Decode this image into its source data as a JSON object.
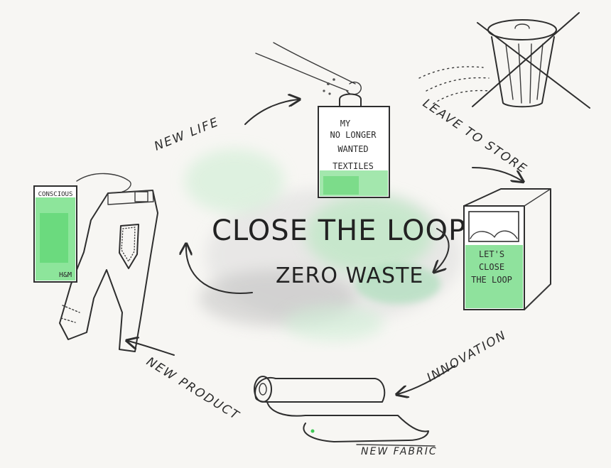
{
  "title": "CLOSE THE LOOP.",
  "subtitle": "ZERO WASTE",
  "steps": {
    "new_life": "NEW LIFE",
    "leave_to_store": "LEAVE TO STORE",
    "innovation": "INNOVATION",
    "new_product": "NEW PRODUCT",
    "new_fabric": "NEW FABRIC"
  },
  "bag": {
    "line1": "MY",
    "line2": "NO LONGER",
    "line3": "WANTED",
    "line4": "TEXTILES"
  },
  "bin": {
    "line1": "LET'S",
    "line2": "CLOSE",
    "line3": "THE LOOP"
  },
  "tag": {
    "top": "CONSCIOUS",
    "brand": "H&M"
  },
  "colors": {
    "accent_green": "#4cd35a",
    "wash_green": "#bde7c4",
    "ink": "#2e2e2e",
    "gray_wash": "#c9c9c9"
  },
  "icons": {
    "trash_can": "crossed-out-trash-can-icon",
    "jeans": "jeans-icon",
    "bag": "shopping-bag-icon",
    "bin": "collection-bin-icon",
    "fabric": "fabric-roll-icon"
  }
}
